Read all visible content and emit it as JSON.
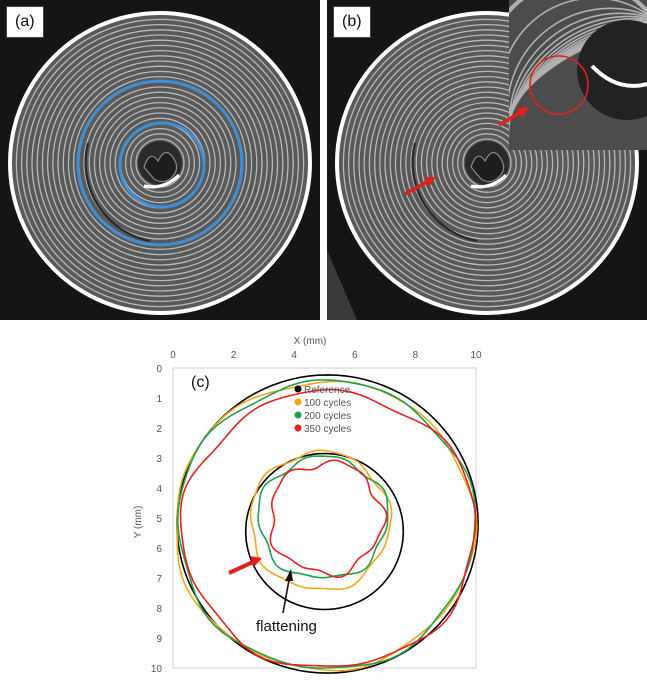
{
  "panels": {
    "a": {
      "label": "(a)"
    },
    "b": {
      "label": "(b)"
    },
    "c": {
      "label": "(c)"
    }
  },
  "chart_data": {
    "type": "line",
    "xlabel": "X (mm)",
    "ylabel": "Y (mm)",
    "xlim": [
      0,
      10
    ],
    "ylim": [
      0,
      10
    ],
    "y_inverted": true,
    "x_ticks": [
      "0",
      "2",
      "4",
      "6",
      "8",
      "10"
    ],
    "y_ticks": [
      "0",
      "1",
      "2",
      "3",
      "4",
      "5",
      "6",
      "7",
      "8",
      "9",
      "10"
    ],
    "legend": {
      "placement": "top-left"
    },
    "series": [
      {
        "name": "Reference",
        "color": "#000000",
        "outer": {
          "cx": 5.1,
          "cy": 5.2,
          "r": 4.97
        },
        "inner": {
          "cx": 5.0,
          "cy": 5.45,
          "r": 2.6
        }
      },
      {
        "name": "100 cycles",
        "color": "#f0a818"
      },
      {
        "name": "200 cycles",
        "color": "#20a050"
      },
      {
        "name": "350 cycles",
        "color": "#e82020"
      }
    ],
    "annotation": {
      "text": "flattening"
    }
  }
}
